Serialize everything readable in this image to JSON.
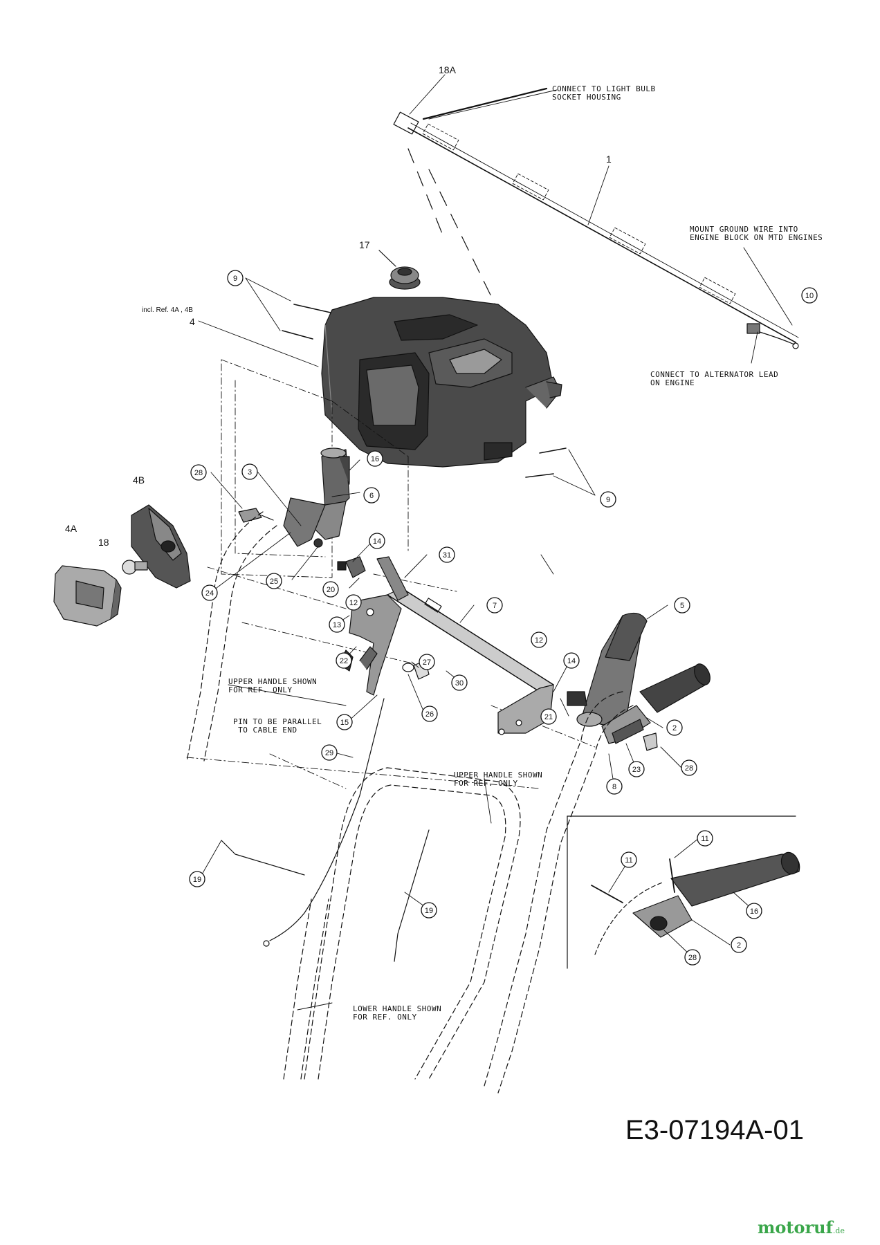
{
  "notes": {
    "light_bulb": "CONNECT TO LIGHT BULB\nSOCKET HOUSING",
    "ground_wire": "MOUNT GROUND WIRE INTO\nENGINE BLOCK ON MTD ENGINES",
    "alternator": "CONNECT TO ALTERNATOR LEAD\nON ENGINE",
    "upper_handle_left": "UPPER HANDLE SHOWN\nFOR REF. ONLY",
    "upper_handle_right": "UPPER HANDLE SHOWN\nFOR REF. ONLY",
    "pin_parallel": "PIN TO BE PARALLEL\n TO CABLE END",
    "lower_handle": "LOWER HANDLE SHOWN\nFOR REF. ONLY",
    "incl_ref": "incl. Ref. 4A , 4B"
  },
  "plain_labels": {
    "p18A": "18A",
    "p1": "1",
    "p17": "17",
    "p4": "4",
    "p4B": "4B",
    "p4A": "4A",
    "p18": "18"
  },
  "callouts": [
    {
      "id": "c9a",
      "text": "9"
    },
    {
      "id": "c10",
      "text": "10"
    },
    {
      "id": "c16a",
      "text": "16"
    },
    {
      "id": "c28a",
      "text": "28"
    },
    {
      "id": "c3",
      "text": "3"
    },
    {
      "id": "c6",
      "text": "6"
    },
    {
      "id": "c9b",
      "text": "9"
    },
    {
      "id": "c14a",
      "text": "14"
    },
    {
      "id": "c31",
      "text": "31"
    },
    {
      "id": "c20",
      "text": "20"
    },
    {
      "id": "c12a",
      "text": "12"
    },
    {
      "id": "c25",
      "text": "25"
    },
    {
      "id": "c24",
      "text": "24"
    },
    {
      "id": "c7",
      "text": "7"
    },
    {
      "id": "c5",
      "text": "5"
    },
    {
      "id": "c13",
      "text": "13"
    },
    {
      "id": "c22",
      "text": "22"
    },
    {
      "id": "c27",
      "text": "27"
    },
    {
      "id": "c12b",
      "text": "12"
    },
    {
      "id": "c14b",
      "text": "14"
    },
    {
      "id": "c30",
      "text": "30"
    },
    {
      "id": "c26",
      "text": "26"
    },
    {
      "id": "c15",
      "text": "15"
    },
    {
      "id": "c21",
      "text": "21"
    },
    {
      "id": "c2a",
      "text": "2"
    },
    {
      "id": "c23",
      "text": "23"
    },
    {
      "id": "c28b",
      "text": "28"
    },
    {
      "id": "c8",
      "text": "8"
    },
    {
      "id": "c29",
      "text": "29"
    },
    {
      "id": "c11a",
      "text": "11"
    },
    {
      "id": "c11b",
      "text": "11"
    },
    {
      "id": "c19a",
      "text": "19"
    },
    {
      "id": "c19b",
      "text": "19"
    },
    {
      "id": "c16b",
      "text": "16"
    },
    {
      "id": "c2b",
      "text": "2"
    },
    {
      "id": "c28c",
      "text": "28"
    }
  ],
  "drawing_code": "E3-07194A-01",
  "brand": {
    "name": "motoruf",
    "tld": ".de",
    "color": "#3aa64a"
  }
}
